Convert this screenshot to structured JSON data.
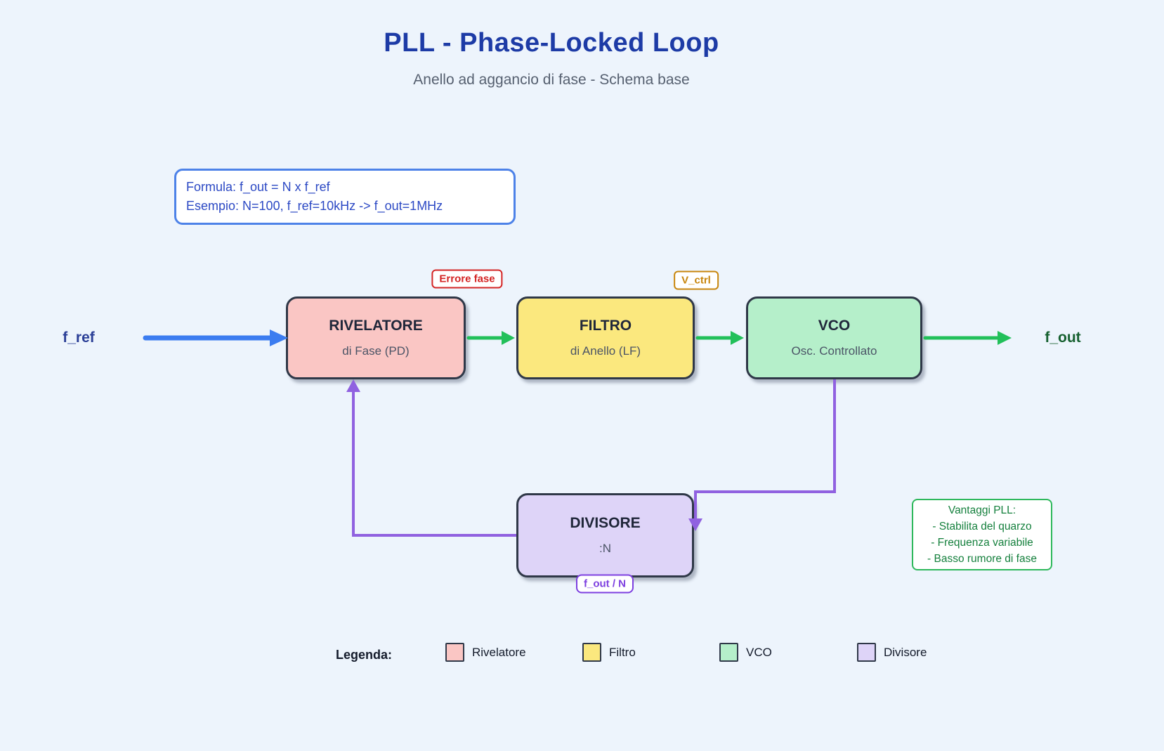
{
  "title": "PLL - Phase-Locked Loop",
  "subtitle": "Anello ad aggancio di fase - Schema base",
  "formula_box": {
    "lines": [
      "Formula: f_out = N x f_ref",
      "Esempio: N=100, f_ref=10kHz -> f_out=1MHz"
    ]
  },
  "io": {
    "input_label": "f_ref",
    "output_label": "f_out"
  },
  "edge_labels": {
    "phase_error": "Errore fase",
    "vctrl": "V_ctrl",
    "feedback": "f_out / N"
  },
  "blocks": {
    "rivelatore": {
      "title": "RIVELATORE",
      "subtitle": "di Fase (PD)"
    },
    "filtro": {
      "title": "FILTRO",
      "subtitle": "di Anello (LF)"
    },
    "vco": {
      "title": "VCO",
      "subtitle": "Osc. Controllato"
    },
    "divisore": {
      "title": "DIVISORE",
      "subtitle": ":N"
    }
  },
  "advantages_box": {
    "lines": [
      "Vantaggi PLL:",
      "- Stabilita del quarzo",
      "- Frequenza variabile",
      "- Basso rumore di fase"
    ]
  },
  "legend": {
    "label": "Legenda:",
    "items": [
      {
        "label": "Rivelatore"
      },
      {
        "label": "Filtro"
      },
      {
        "label": "VCO"
      },
      {
        "label": "Divisore"
      }
    ]
  },
  "colors": {
    "bg": "#edf4fc",
    "title-color": "#1d3ba6",
    "subtitle-color": "#566070",
    "formula-border": "#4d82e8",
    "formula-text": "#2c49c4",
    "block-border": "#2f3848",
    "block-title-color": "#20273a",
    "block-subtitle-color": "#4b5466",
    "fill-rivelatore": "#fac6c4",
    "fill-filtro": "#fbe87e",
    "fill-vco": "#b5efca",
    "fill-divisore": "#ded4f8",
    "arrow-blue": "#3b7cf0",
    "arrow-green": "#22c05a",
    "arrow-purple": "#9061e0",
    "label-red": "#d42424",
    "label-orange": "#c8860d",
    "label-purple": "#7d3fe0",
    "input-color": "#2b3f97",
    "output-color": "#16602f",
    "adv-border": "#2eb85c",
    "adv-text": "#15803d",
    "legend-color": "#141b2b"
  }
}
